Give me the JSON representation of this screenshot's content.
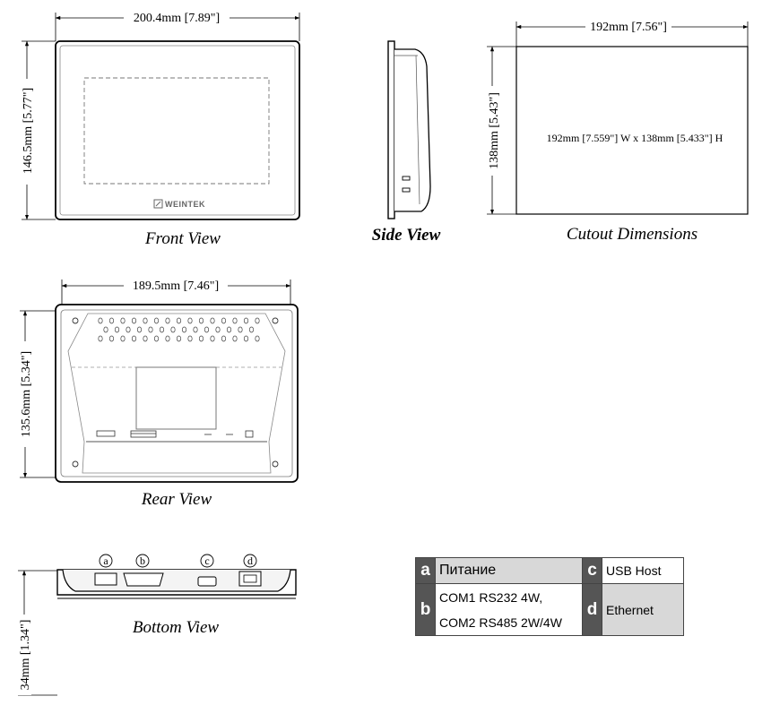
{
  "front": {
    "width_label": "200.4mm [7.89\"]",
    "height_label": "146.5mm [5.77\"]",
    "caption": "Front View",
    "brand": "WEINTEK"
  },
  "side": {
    "caption": "Side View"
  },
  "cutout": {
    "width_label": "192mm [7.56\"]",
    "height_label": "138mm [5.43\"]",
    "inner_text": "192mm [7.559\"] W x 138mm [5.433\"] H",
    "caption": "Cutout Dimensions"
  },
  "rear": {
    "width_label": "189.5mm [7.46\"]",
    "height_label": "135.6mm [5.34\"]",
    "caption": "Rear View"
  },
  "bottom": {
    "height_label": "34mm [1.34\"]",
    "caption": "Bottom View",
    "ports": [
      "a",
      "b",
      "c",
      "d"
    ]
  },
  "legend": {
    "rows": [
      {
        "key": "a",
        "text": "Питание",
        "key2": "c",
        "text2": "USB Host"
      },
      {
        "key": "b",
        "text": "COM1 RS232 4W,",
        "text_line2": "COM2 RS485 2W/4W",
        "key2": "d",
        "text2": "Ethernet"
      }
    ]
  },
  "colors": {
    "line": "#000000",
    "legend_key_bg": "#555555",
    "legend_cell_bg": "#d8d8d8"
  }
}
